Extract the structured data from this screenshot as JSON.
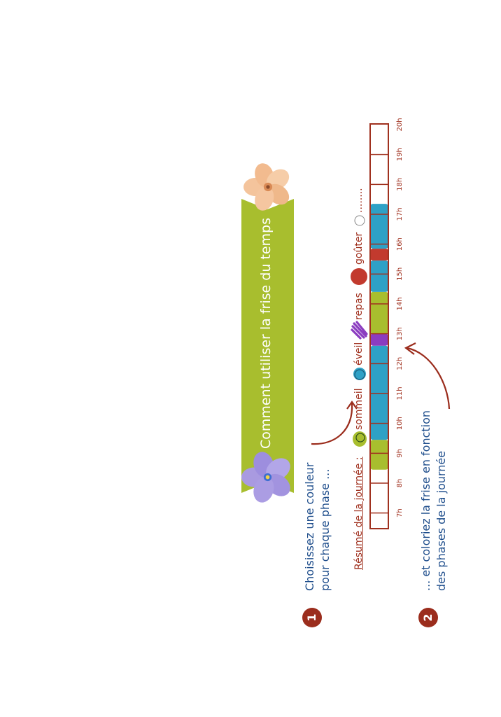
{
  "banner": {
    "title": "Comment utiliser la frise du temps",
    "color": "#a8be2e"
  },
  "steps": [
    {
      "number": "1",
      "line1": "Choisissez une couleur",
      "line2": "pour chaque phase ..."
    },
    {
      "number": "2",
      "line1": "... et coloriez la frise en fonction",
      "line2": "des phases de la journée"
    }
  ],
  "legend": {
    "title": "Résumé de la journée :",
    "items": [
      {
        "label": "sommeil",
        "color": "#a8be2e"
      },
      {
        "label": "éveil",
        "color": "#2ea1c6"
      },
      {
        "label": "repas",
        "color": "#8b3cc0"
      },
      {
        "label": "goûter",
        "color": "#c23a2e"
      },
      {
        "label": "........",
        "color": "#ffffff"
      }
    ]
  },
  "timeline": {
    "hours": [
      "7h",
      "8h",
      "9h",
      "10h",
      "11h",
      "12h",
      "13h",
      "14h",
      "15h",
      "16h",
      "17h",
      "18h",
      "19h",
      "20h"
    ],
    "segments": [
      {
        "phase": "sommeil",
        "from": 8.95,
        "to": 9.95,
        "color": "#a8be2e"
      },
      {
        "phase": "éveil",
        "from": 9.95,
        "to": 13.1,
        "color": "#2ea1c6"
      },
      {
        "phase": "repas",
        "from": 13.1,
        "to": 13.5,
        "color": "#8b3cc0"
      },
      {
        "phase": "sommeil",
        "from": 13.5,
        "to": 14.9,
        "color": "#a8be2e"
      },
      {
        "phase": "éveil",
        "from": 14.9,
        "to": 15.95,
        "color": "#2ea1c6"
      },
      {
        "phase": "goûter",
        "from": 15.95,
        "to": 16.35,
        "color": "#c23a2e"
      },
      {
        "phase": "éveil",
        "from": 16.35,
        "to": 17.85,
        "color": "#2ea1c6"
      }
    ],
    "border_color": "#a0311f"
  }
}
